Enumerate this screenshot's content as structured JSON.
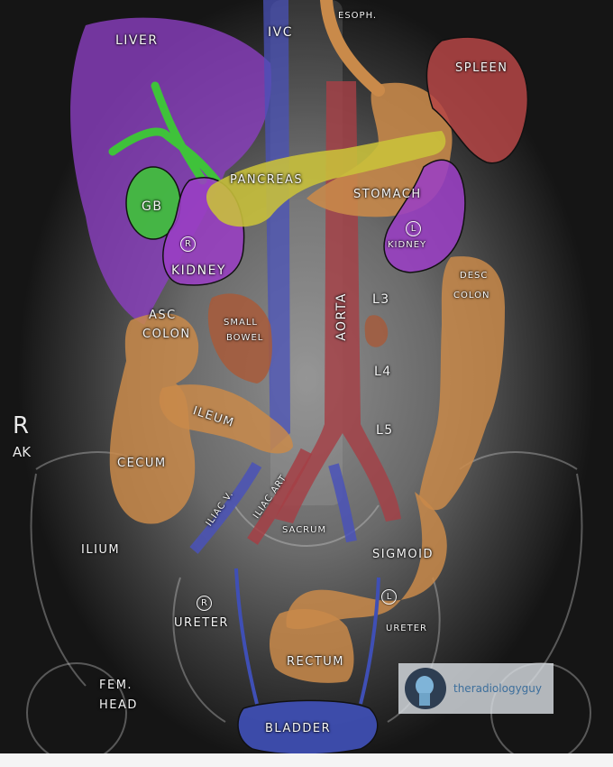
{
  "labels": {
    "liver": "LIVER",
    "ivc": "IVC",
    "esoph": "ESOPH.",
    "spleen": "SPLEEN",
    "pancreas": "PANCREAS",
    "stomach": "STOMACH",
    "gb": "GB",
    "r_kidney_mark": "R",
    "r_kidney": "KIDNEY",
    "l_kidney_mark": "L",
    "l_kidney": "KIDNEY",
    "desc_colon_1": "DESC",
    "desc_colon_2": "COLON",
    "asc_colon_1": "ASC",
    "asc_colon_2": "COLON",
    "small_bowel_1": "SMALL",
    "small_bowel_2": "BOWEL",
    "aorta": "AORTA",
    "l3": "L3",
    "l4": "L4",
    "l5": "L5",
    "ileum": "ILEUM",
    "cecum": "CECUM",
    "iliac_v": "ILIAC V.",
    "iliac_art": "ILIAC ART",
    "sacrum": "SACRUM",
    "ilium": "ILIUM",
    "sigmoid": "SIGMOID",
    "r_ureter_mark": "R",
    "r_ureter": "URETER",
    "l_ureter_mark": "L",
    "l_ureter": "URETER",
    "rectum": "RECTUM",
    "fem_head_1": "FEM.",
    "fem_head_2": "HEAD",
    "bladder": "BLADDER"
  },
  "markers": {
    "side": "R",
    "projection": "AK"
  },
  "watermark": {
    "text": "theradiologyguy"
  },
  "colors": {
    "liver": "#8b3fc0",
    "kidney": "#9a3fc4",
    "gallbladder": "#3fc23a",
    "pancreas": "#c9c23a",
    "bowel": "#c98a4a",
    "spleen": "#b54545",
    "aorta": "#a53f45",
    "ivc": "#4a52b8",
    "bladder": "#3f4fb5"
  }
}
